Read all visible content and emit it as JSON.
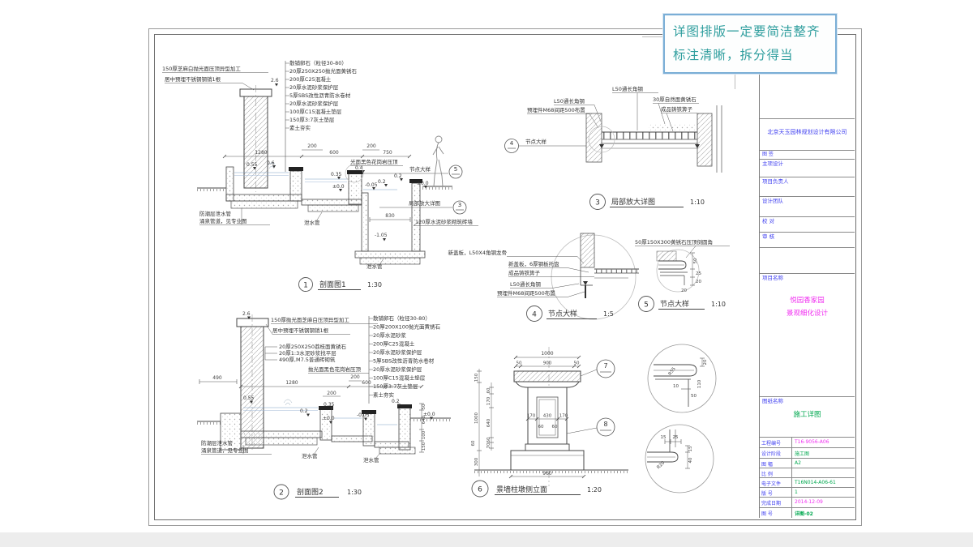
{
  "note": {
    "line1": "详图排版一定要简洁整齐",
    "line2": "标注清晰，拆分得当"
  },
  "colors": {
    "note_border": "#7aaed6",
    "note_text": "#2f9e9e",
    "titleblock_blue": "#4040f0",
    "magenta": "#f030f0",
    "green": "#00a84f",
    "line": "#444444"
  },
  "titles": {
    "d1": {
      "num": "1",
      "name": "剖面图1",
      "scale": "1:30"
    },
    "d2": {
      "num": "2",
      "name": "剖面图2",
      "scale": "1:30"
    },
    "d3": {
      "num": "3",
      "name": "局部放大详图",
      "scale": "1:10"
    },
    "d4": {
      "num": "4",
      "name": "节点大样",
      "scale": "1:5"
    },
    "d5": {
      "num": "5",
      "name": "节点大样",
      "scale": "1:10"
    },
    "d6": {
      "num": "6",
      "name": "景墙柱墩侧立面",
      "scale": "1:20"
    }
  },
  "d1": {
    "cap1": "150厚芝麻白抛光面压顶异型加工",
    "cap2": "居中预埋不锈钢钢销1根",
    "layers": [
      "散铺卵石（粒径30-80）",
      "20厚250X250抛光面黄锈石",
      "200厚C25混凝土",
      "20厚水泥砂浆保护层",
      "5厚SBS改性沥青防水卷材",
      "20厚水泥砂浆保护层",
      "100厚C15混凝土垫层",
      "150厚3:7灰土垫层",
      "素土夯实"
    ],
    "granite": "光面黑色花岗岩压顶",
    "ref5": "节点大样",
    "ref5num": "5",
    "ref3": "局部放大详图",
    "ref3num": "3",
    "brick": "120厚水泥砂浆砌筑砖墙",
    "drain_a": "防潮层泄水管",
    "drain_b": "涌泉管道，见专业图",
    "drain_c": "泄水管",
    "drain_d": "泄水管",
    "dims": [
      "1280",
      "200",
      "600",
      "200",
      "750",
      "830"
    ],
    "elevs": [
      "2.6",
      "0.55",
      "0.6",
      "0.35",
      "±0.0",
      "0.4",
      "-0.05",
      "0.2",
      "0.2",
      "±0.0",
      "-1.05"
    ]
  },
  "d2": {
    "cap1": "150厚抛光面芝麻白压顶异型加工",
    "cap2": "居中预埋不锈钢钢销1根",
    "mid": [
      "20厚250X250荔枝面黄锈石",
      "20厚1:3水泥砂浆找平层",
      "490厚,M7.5普通砖砌筑"
    ],
    "granite": "抛光面黑色花岗岩压顶",
    "layers": [
      "散铺卵石（粒径30-80）",
      "20厚200X100抛光面黄锈石",
      "20厚水泥砂浆",
      "200厚C25混凝土",
      "20厚水泥砂浆保护层",
      "5厚SBS改性沥青防水卷材",
      "20厚水泥砂浆保护层",
      "100厚C15混凝土垫层",
      "150厚3:7灰土垫层",
      "素土夯实"
    ],
    "drain_a": "防潮层泄水管",
    "drain_b": "涌泉管道，见专业图",
    "drain_c": "泄水管",
    "drain_d": "泄水管",
    "dims": [
      "490",
      "1280",
      "200",
      "600",
      "200",
      "50",
      "640",
      "100",
      "150"
    ],
    "elevs": [
      "2.6",
      "0.55",
      "0.35",
      "0.2",
      "±0.0",
      "-0.05",
      "0.2",
      "±0.0"
    ]
  },
  "d3": {
    "top": "L50通长角钢",
    "left1": "L50通长角钢",
    "left2": "预埋件M68间距500布置",
    "right1": "30厚自然面黄锈石",
    "right2": "成品铸铁箅子",
    "ref4": "节点大样",
    "ref4num": "4"
  },
  "d4": {
    "labels": [
      "新盖板，L50X4角钢龙骨",
      "新盖板，6厚钢板托盘",
      "成品铸铁箅子",
      "L50通长角钢",
      "预埋件M68间距500布置"
    ]
  },
  "d5": {
    "label": "50厚150X300黄锈石压顶倒圆角",
    "dims": [
      "50",
      "25",
      "20",
      "20"
    ]
  },
  "d6": {
    "dims_top": [
      "1000",
      "50",
      "900",
      "50"
    ],
    "dims_left": [
      "150",
      "60",
      "170",
      "1000",
      "640",
      "60",
      "70",
      "60",
      "300"
    ],
    "dims_mid": [
      "170",
      "430",
      "170",
      "60",
      "60"
    ],
    "dim_bottom": "960",
    "ref7": "7",
    "ref8": "8"
  },
  "d7": {
    "dims": [
      "R55",
      "20",
      "110",
      "10",
      "50"
    ]
  },
  "d8": {
    "dims": [
      "15",
      "25",
      "R20",
      "15",
      "40"
    ]
  },
  "titleblock": {
    "company": "北京天玉园林规划设计有限公司",
    "rows": [
      "图  签",
      "主项设计",
      "项目负责人",
      "设计团队",
      "校  对",
      "审  核"
    ],
    "project_label": "项目名称",
    "project_name1": "悦园香家园",
    "project_name2": "景观细化设计",
    "drawing_label": "图纸名称",
    "drawing_name": "施工详图",
    "fields": [
      {
        "label": "工程编号",
        "value": "T16-9056-A06"
      },
      {
        "label": "设计阶段",
        "value": "施工图"
      },
      {
        "label": "图  幅",
        "value": "A2"
      },
      {
        "label": "比  例",
        "value": ""
      },
      {
        "label": "电子文件",
        "value": "T16N014-A06-61"
      },
      {
        "label": "版  号",
        "value": "1"
      },
      {
        "label": "完成日期",
        "value": "2014-12-09"
      },
      {
        "label": "图  号",
        "value": "详图-02"
      }
    ]
  }
}
